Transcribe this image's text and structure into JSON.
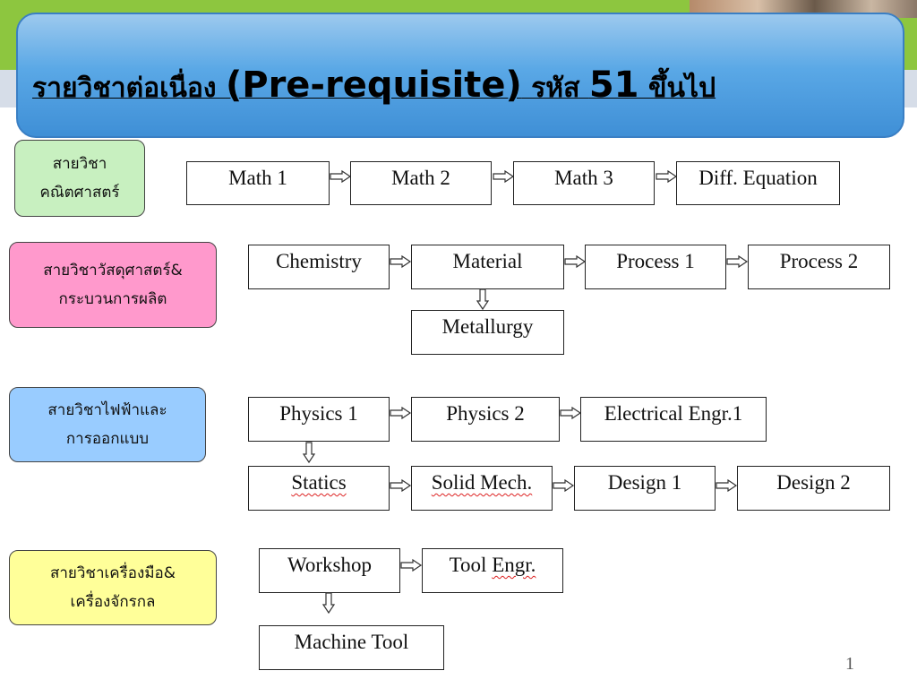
{
  "title": {
    "part1": "รายวิชาต่อเนื่อง ",
    "part2": "(Pre-requisite)",
    "part3": " รหัส ",
    "part4": "51",
    "part5": " ขึ้นไป"
  },
  "categories": {
    "math": {
      "line1": "สายวิชา",
      "line2": "คณิตศาสตร์",
      "color": "#c8f0c0"
    },
    "materials": {
      "line1": "สายวิชาวัสดุศาสตร์&",
      "line2": "กระบวนการผลิต",
      "color": "#ff99cc"
    },
    "electrical": {
      "line1": "สายวิชาไฟฟ้าและ",
      "line2": "การออกแบบ",
      "color": "#99ccff"
    },
    "machine": {
      "line1": "สายวิชาเครื่องมือ&",
      "line2": "เครื่องจักรกล",
      "color": "#ffff99"
    }
  },
  "courses": {
    "math1": "Math 1",
    "math2": "Math 2",
    "math3": "Math 3",
    "diff_eq": "Diff. Equation",
    "chemistry": "Chemistry",
    "material": "Material",
    "process1": "Process 1",
    "process2": "Process 2",
    "metallurgy": "Metallurgy",
    "physics1": "Physics 1",
    "physics2": "Physics 2",
    "electrical_engr1": "Electrical Engr.1",
    "statics": "Statics",
    "solid_mech": "Solid Mech.",
    "design1": "Design 1",
    "design2": "Design 2",
    "workshop": "Workshop",
    "tool_engr_prefix": "Tool ",
    "tool_engr_word": "Engr.",
    "machine_tool": "Machine Tool"
  },
  "page_number": "1"
}
